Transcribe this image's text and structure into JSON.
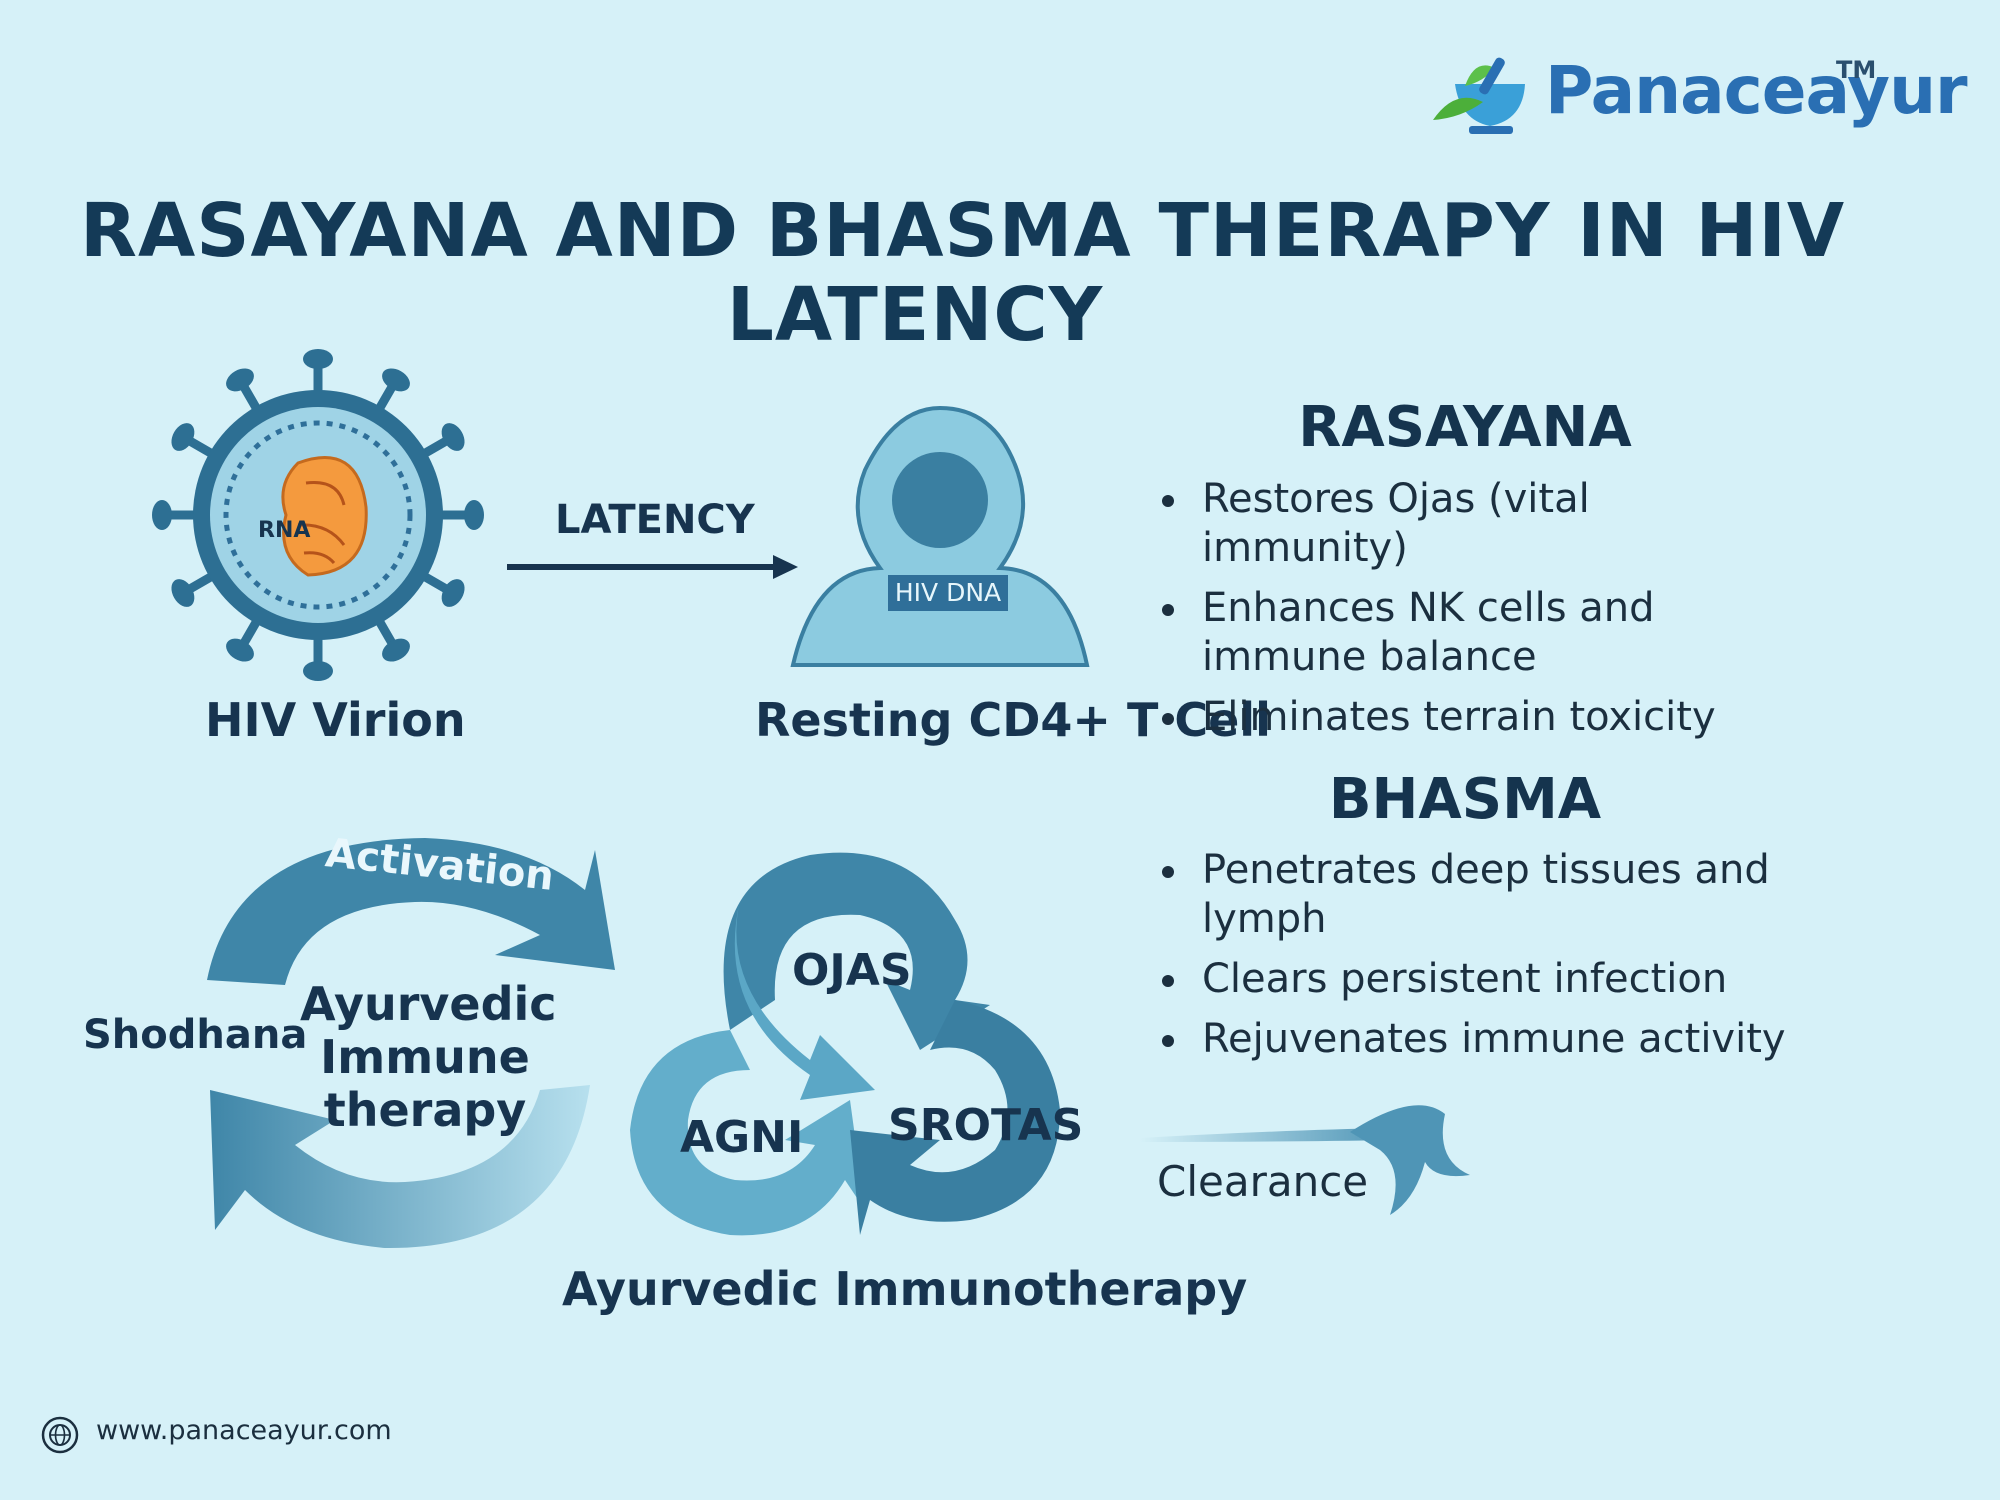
{
  "brand": {
    "name": "Panaceayur",
    "trademark": "TM"
  },
  "title": {
    "line1": "RASAYANA AND BHASMA THERAPY IN HIV",
    "line2": "LATENCY"
  },
  "virion": {
    "rna_label": "RNA",
    "caption": "HIV Virion"
  },
  "latency_arrow": {
    "label": "LATENCY"
  },
  "cell": {
    "dna_label": "HIV DNA",
    "caption": "Resting CD4+ T Cell"
  },
  "rasayana": {
    "heading": "RASAYANA",
    "points": [
      "Restores Ojas (vital immunity)",
      "Enhances NK cells and immune balance",
      "Eliminates terrain toxicity"
    ]
  },
  "bhasma": {
    "heading": "BHASMA",
    "points": [
      "Penetrates deep tissues and lymph",
      "Clears persistent infection",
      "Rejuvenates immune activity"
    ]
  },
  "cycle": {
    "arc_label": "Activation",
    "side_label": "Shodhana",
    "center_line1": "Ayurvedic",
    "center_line2": "Immune",
    "center_line3": "therapy"
  },
  "trio": {
    "top": "OJAS",
    "left": "AGNI",
    "right": "SROTAS",
    "caption": "Ayurvedic Immunotherapy"
  },
  "clearance": {
    "label": "Clearance"
  },
  "footer": {
    "website": "www.panaceayur.com"
  },
  "colors": {
    "background": "#d6f1f8",
    "title": "#143a57",
    "virus_outer": "#2d6f93",
    "virus_inner": "#9fd3e6",
    "capsid": "#f49a3e",
    "cell": "#8ccbe0",
    "cell_nucleus": "#3a7fa1",
    "arrow_dark": "#3f86a8",
    "arrow_light": "#63aecb",
    "logo_blue": "#2a6fb3",
    "logo_green": "#4caf3a"
  }
}
